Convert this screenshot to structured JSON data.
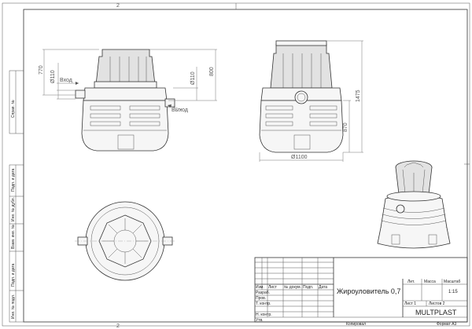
{
  "sheet": {
    "col_marks": [
      "2",
      "2"
    ],
    "format": "Формат А3"
  },
  "labels": {
    "inlet": "Вход",
    "outlet": "Выход"
  },
  "dims": {
    "d110_left": "Ø110",
    "h770": "770",
    "d110_mid": "Ø110",
    "h800": "800",
    "h1475": "1475",
    "h870": "870",
    "d1100": "Ø1100"
  },
  "side_labels": [
    "Справ. №",
    "Подп. и дата",
    "Инв. № дубл.",
    "Взам. инв. №",
    "Подп. и дата",
    "Инв. № подл."
  ],
  "stamp": {
    "hdr": [
      "Изм.",
      "Лист",
      "№ докум.",
      "Подп.",
      "Дата"
    ],
    "rows": [
      "Разраб.",
      "Пров.",
      "Т. контр.",
      "Н. контр.",
      "Утв."
    ],
    "title": "Жироуловитель 0,7",
    "lit": "Лит.",
    "mass": "Масса",
    "scale_hdr": "Масштаб",
    "scale": "1:15",
    "sheet_no": "Лист 1",
    "sheets": "Листов 2",
    "company": "MULTPLAST",
    "copied": "Копировал"
  }
}
